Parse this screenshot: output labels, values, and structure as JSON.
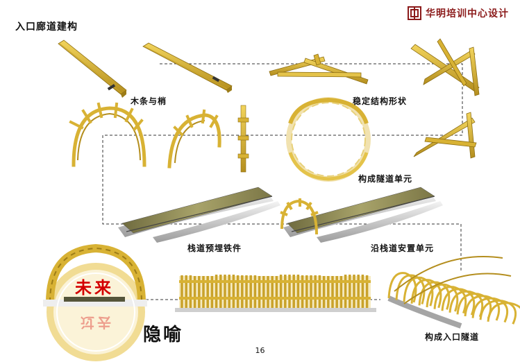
{
  "page": {
    "heading": "入口廊道建构",
    "logo_text": "华明培训中心设计",
    "page_number": "16"
  },
  "captions": {
    "wood_and_pin": "木条与梢",
    "stable_shape": "稳定结构形状",
    "tunnel_unit": "构成隧道单元",
    "embedded_iron": "栈道预埋铁件",
    "place_units": "沿栈道安置单元",
    "entrance_tunnel": "构成入口隧道"
  },
  "metaphor": {
    "title": "隐喻",
    "future": "未来",
    "past_reflection": "过去"
  },
  "colors": {
    "wood": "#d8b234",
    "wood_dark": "#9c7c18",
    "logo_red": "#8b1a1a",
    "accent_red": "#d40000",
    "walkway": "#8e8a55"
  }
}
